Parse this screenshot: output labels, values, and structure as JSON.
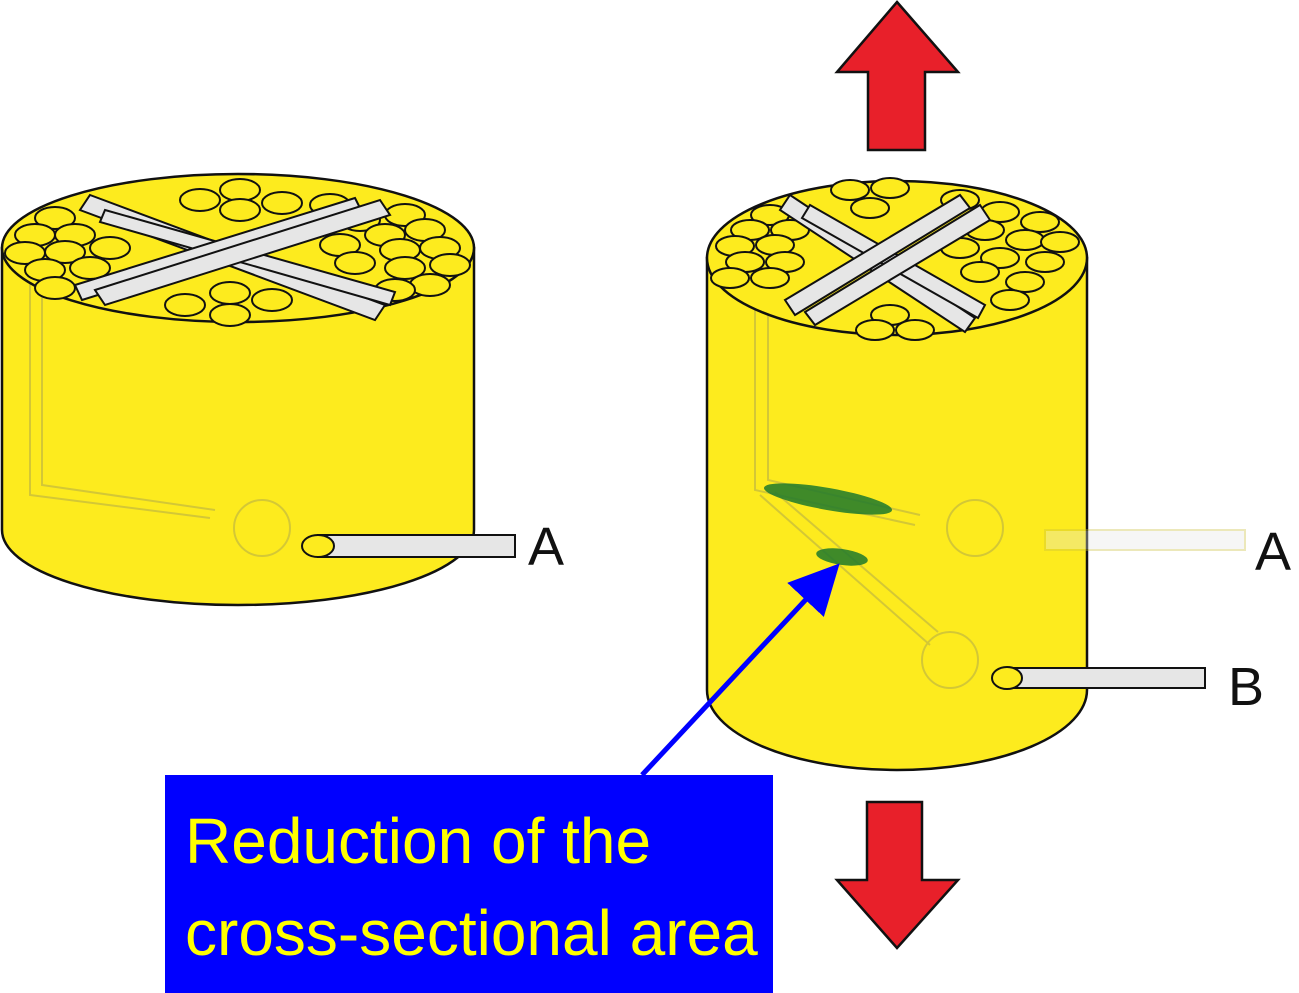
{
  "labels": {
    "left_channel": "A",
    "right_channel_a": "A",
    "right_channel_b": "B"
  },
  "callout": {
    "line1": "Reduction of the",
    "line2": "cross-sectional area"
  },
  "colors": {
    "body": "#fdeb1e",
    "outline": "#111111",
    "rod": "#e6e6e6",
    "arrow": "#e8202a",
    "lesion": "#1f7a2c",
    "callout_bg": "#0000ff",
    "callout_text": "#ffff00",
    "pointer": "#0000ff"
  },
  "icons": {
    "top_arrow": "arrow-up-icon",
    "bottom_arrow": "arrow-down-icon"
  }
}
